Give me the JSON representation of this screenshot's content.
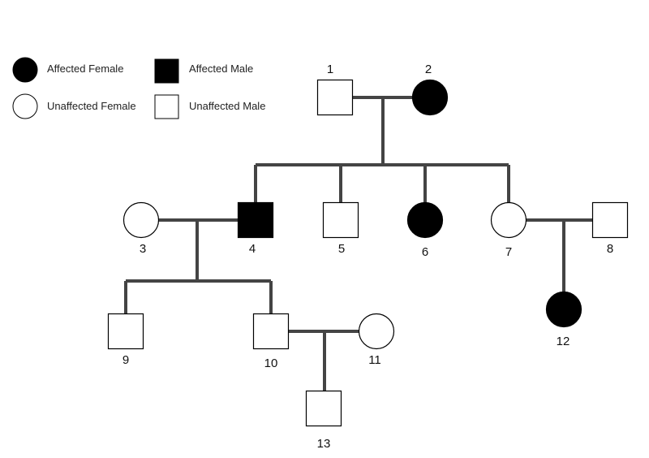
{
  "legend": {
    "affected_female": "Affected Female",
    "affected_male": "Affected Male",
    "unaffected_female": "Unaffected Female",
    "unaffected_male": "Unaffected Male"
  },
  "individuals": [
    {
      "id": "1",
      "sex": "male",
      "affected": false
    },
    {
      "id": "2",
      "sex": "female",
      "affected": true
    },
    {
      "id": "3",
      "sex": "female",
      "affected": false
    },
    {
      "id": "4",
      "sex": "male",
      "affected": true
    },
    {
      "id": "5",
      "sex": "male",
      "affected": false
    },
    {
      "id": "6",
      "sex": "female",
      "affected": true
    },
    {
      "id": "7",
      "sex": "female",
      "affected": false
    },
    {
      "id": "8",
      "sex": "male",
      "affected": false
    },
    {
      "id": "9",
      "sex": "male",
      "affected": false
    },
    {
      "id": "10",
      "sex": "male",
      "affected": false
    },
    {
      "id": "11",
      "sex": "female",
      "affected": false
    },
    {
      "id": "12",
      "sex": "female",
      "affected": true
    },
    {
      "id": "13",
      "sex": "male",
      "affected": false
    }
  ],
  "matings": [
    {
      "partners": [
        "1",
        "2"
      ],
      "children": [
        "4",
        "5",
        "6",
        "7"
      ]
    },
    {
      "partners": [
        "3",
        "4"
      ],
      "children": [
        "9",
        "10"
      ]
    },
    {
      "partners": [
        "7",
        "8"
      ],
      "children": [
        "12"
      ]
    },
    {
      "partners": [
        "10",
        "11"
      ],
      "children": [
        "13"
      ]
    }
  ],
  "colors": {
    "affected": "#000000",
    "unaffected": "#ffffff",
    "outline": "#000000",
    "line": "#444444"
  }
}
